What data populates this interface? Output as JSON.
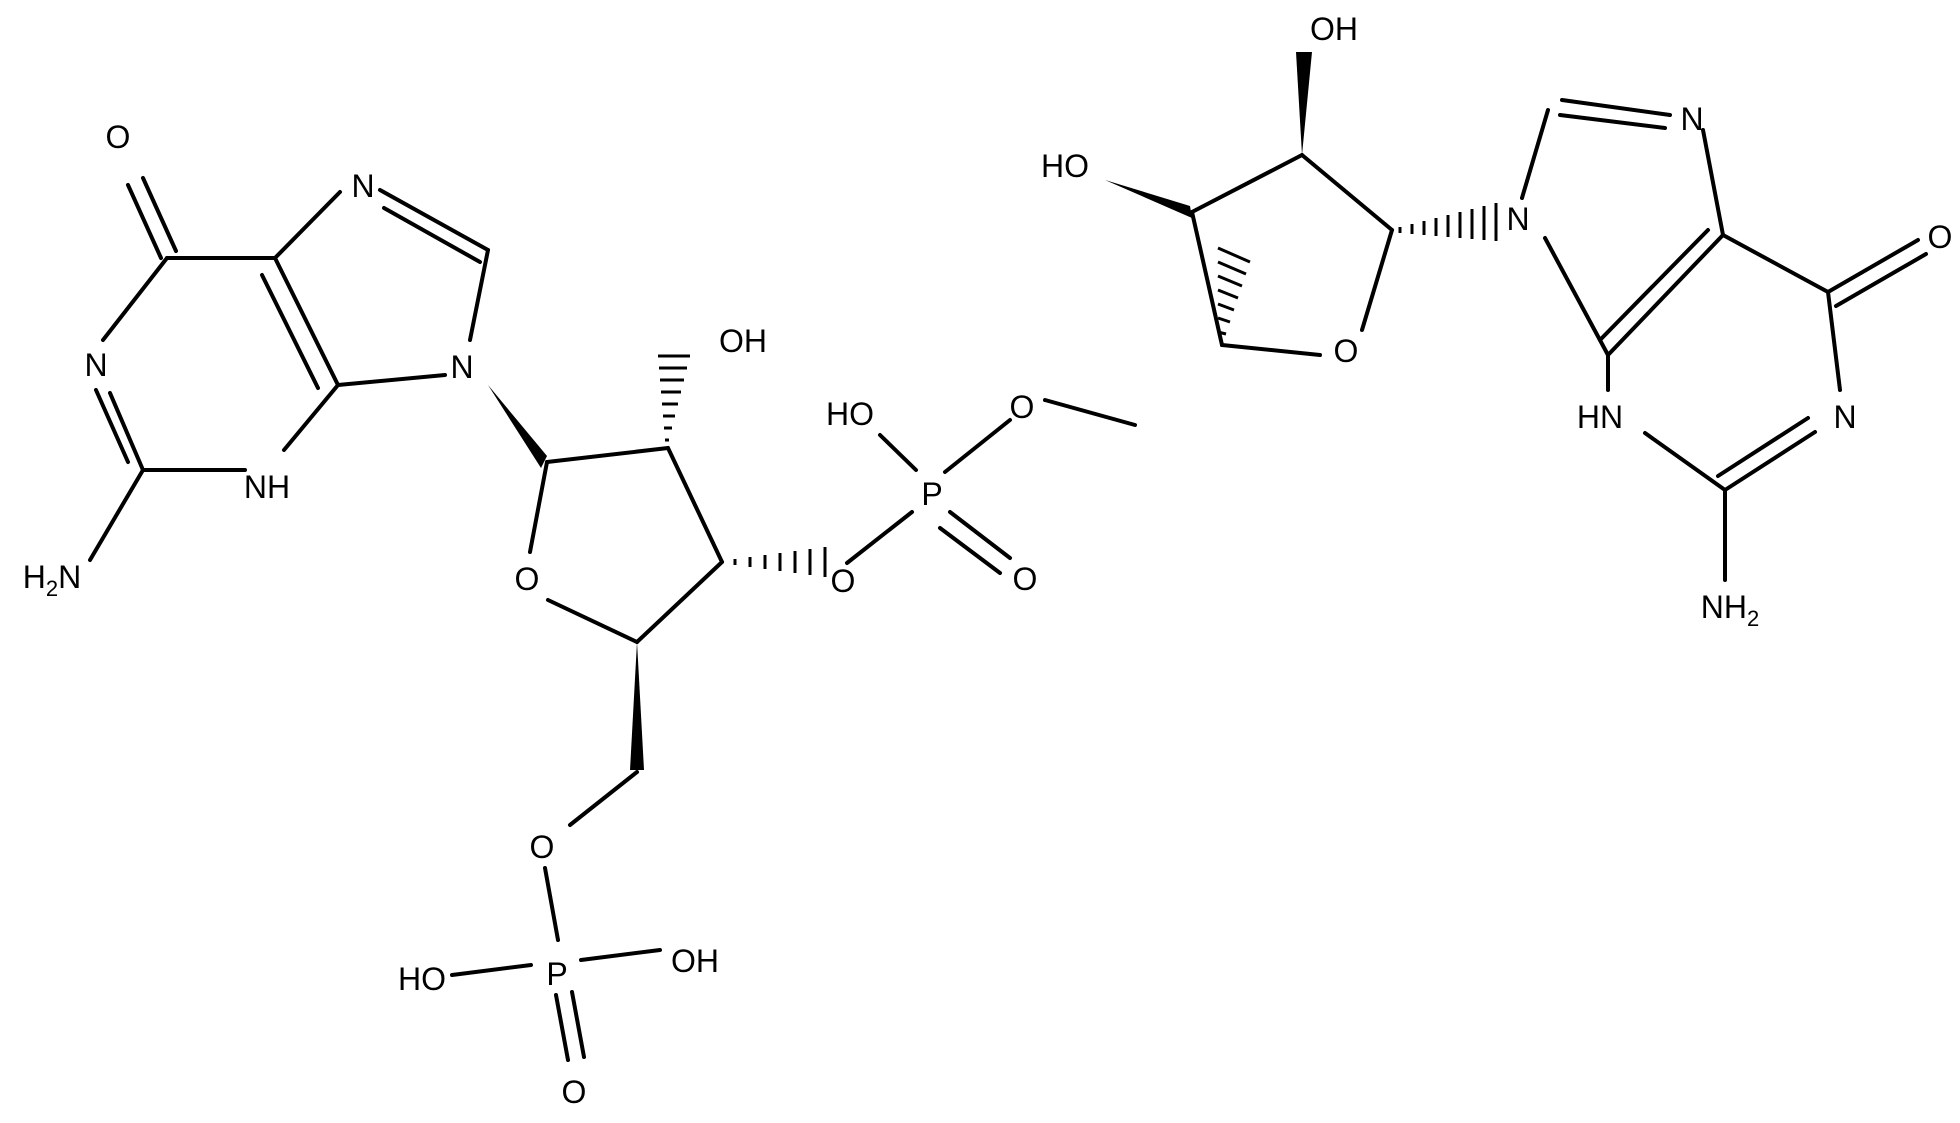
{
  "colors": {
    "ink": "#000000",
    "background": "#ffffff"
  },
  "atoms": {
    "o_carbonyl_left": "O",
    "n_imidazole_left_top": "N",
    "n_pyrimidine_left": "N",
    "n_glycosidic_left": "N",
    "nh_left": "NH",
    "h2n_left": "H2N",
    "oh_sugar_left": "OH",
    "o_ring_left": "O",
    "o_ester_3prime": "O",
    "o_5prime_left": "O",
    "p_terminal": "P",
    "ho_terminal_left": "HO",
    "oh_terminal_right": "OH",
    "o_terminal_oxo": "O",
    "ho_bridge": "HO",
    "p_bridge": "P",
    "o_bridge_oxo": "O",
    "o_bridge_ester": "O",
    "o_ring_right": "O",
    "ho_sugar_right_2": "HO",
    "oh_sugar_right_top": "OH",
    "n_glycosidic_right": "N",
    "n_imidazole_right_top": "N",
    "o_carbonyl_right": "O",
    "nh_right": "HN",
    "n_pyrimidine_right": "N",
    "nh2_right": "NH2"
  }
}
